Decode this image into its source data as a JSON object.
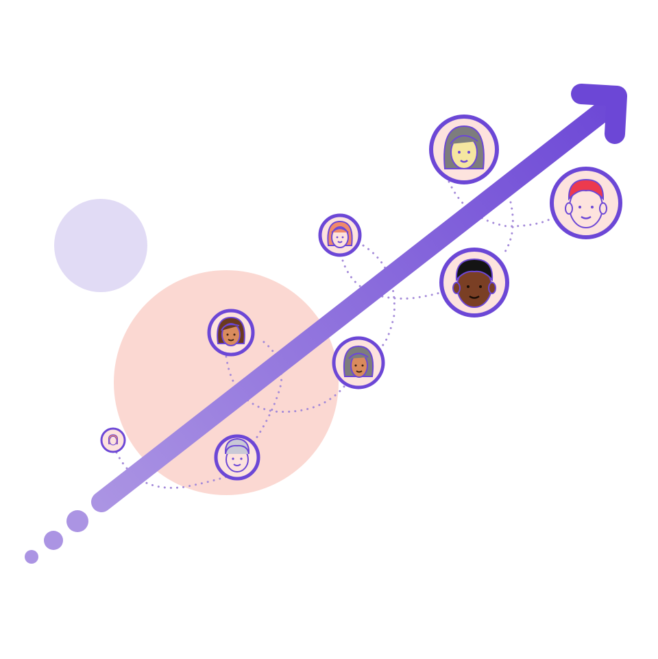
{
  "illustration": {
    "colors": {
      "accent": "#6c47d6",
      "accent_light": "#ab94e3",
      "lavender_blob": "#e1dbf5",
      "peach_blob": "#fbd8d2",
      "avatar_bg": "#fde3de",
      "dots": "#a48ad9",
      "skin_light": "#fde3de",
      "skin_yellow": "#f5e6a0",
      "skin_tan": "#d98b5d",
      "skin_dark": "#7a3f24",
      "hair_gray": "#7d7d7d",
      "hair_red": "#ec3a4e",
      "hair_brown": "#6b3a1e",
      "hair_black": "#141414",
      "hair_orange": "#f08a6a",
      "hair_silver": "#c9c9d6"
    },
    "avatars": [
      {
        "name": "avatar-tiny-woman",
        "icon": "person-icon"
      },
      {
        "name": "avatar-older-man",
        "icon": "person-icon"
      },
      {
        "name": "avatar-woman-brown-hair",
        "icon": "person-icon"
      },
      {
        "name": "avatar-woman-gray-hair",
        "icon": "person-icon"
      },
      {
        "name": "avatar-woman-orange-hair",
        "icon": "person-icon"
      },
      {
        "name": "avatar-man-dark-skin",
        "icon": "person-icon"
      },
      {
        "name": "avatar-woman-long-gray-hair",
        "icon": "person-icon"
      },
      {
        "name": "avatar-man-red-hair",
        "icon": "person-icon"
      }
    ]
  }
}
